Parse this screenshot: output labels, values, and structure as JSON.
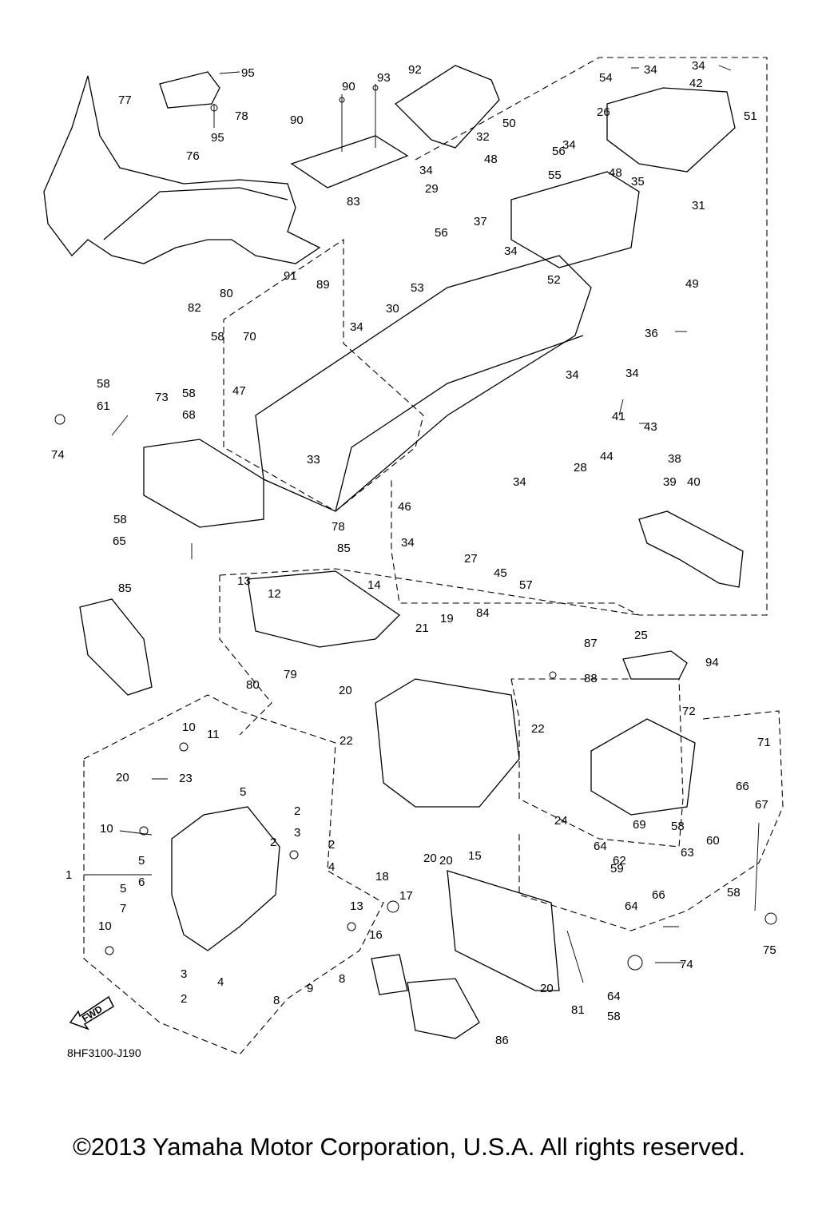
{
  "diagram_code": "8HF3100-J190",
  "fwd_label": "FWD",
  "copyright": "©2013 Yamaha Motor Corporation, U.S.A. All rights reserved.",
  "callouts": [
    "1",
    "2",
    "2",
    "2",
    "2",
    "3",
    "3",
    "4",
    "4",
    "5",
    "5",
    "5",
    "6",
    "7",
    "8",
    "8",
    "9",
    "10",
    "10",
    "10",
    "11",
    "12",
    "13",
    "13",
    "14",
    "15",
    "16",
    "17",
    "18",
    "19",
    "20",
    "20",
    "20",
    "20",
    "20",
    "21",
    "22",
    "22",
    "23",
    "24",
    "25",
    "26",
    "27",
    "28",
    "29",
    "30",
    "31",
    "32",
    "33",
    "34",
    "34",
    "34",
    "34",
    "34",
    "34",
    "34",
    "34",
    "34",
    "34",
    "35",
    "36",
    "37",
    "38",
    "39",
    "40",
    "41",
    "42",
    "43",
    "44",
    "45",
    "46",
    "47",
    "48",
    "48",
    "49",
    "50",
    "51",
    "52",
    "53",
    "54",
    "55",
    "56",
    "56",
    "57",
    "58",
    "58",
    "58",
    "58",
    "58",
    "58",
    "58",
    "59",
    "60",
    "61",
    "62",
    "63",
    "64",
    "64",
    "64",
    "65",
    "66",
    "66",
    "67",
    "68",
    "69",
    "70",
    "71",
    "72",
    "73",
    "74",
    "74",
    "75",
    "76",
    "77",
    "78",
    "78",
    "79",
    "80",
    "80",
    "81",
    "82",
    "83",
    "84",
    "85",
    "85",
    "86",
    "87",
    "88",
    "89",
    "90",
    "90",
    "91",
    "92",
    "93",
    "94",
    "95",
    "95"
  ]
}
